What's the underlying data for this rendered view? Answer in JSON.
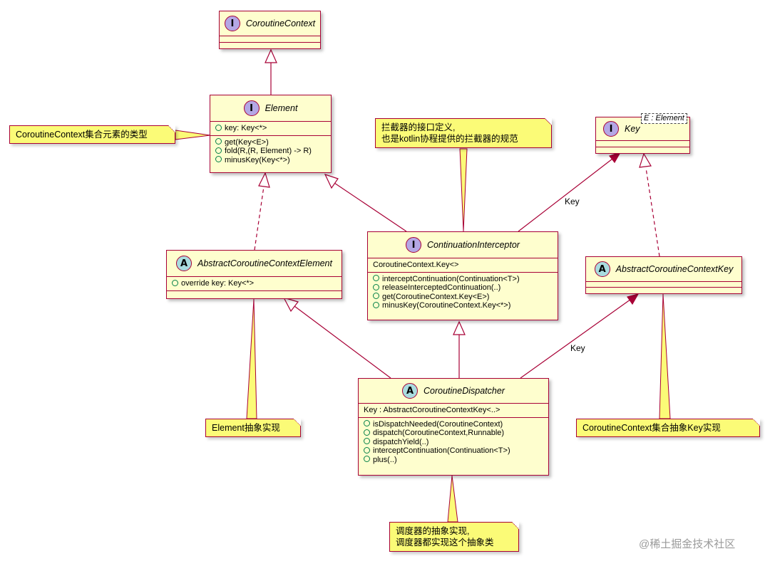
{
  "classes": {
    "coroutine_context": {
      "stereotype": "I",
      "name": "CoroutineContext"
    },
    "element": {
      "stereotype": "I",
      "name": "Element",
      "fields": [
        "key: Key<*>"
      ],
      "methods": [
        "get(Key<E>)",
        "fold(R,(R, Element) -> R)",
        "minusKey(Key<*>)"
      ]
    },
    "key": {
      "stereotype": "I",
      "name": "Key",
      "type_param": "E : Element"
    },
    "continuation_interceptor": {
      "stereotype": "I",
      "name": "ContinuationInterceptor",
      "fields": [
        "CoroutineContext.Key<>"
      ],
      "methods": [
        "interceptContinuation(Continuation<T>)",
        "releaseInterceptedContinuation(..)",
        "get(CoroutineContext.Key<E>)",
        "minusKey(CoroutineContext.Key<*>)"
      ]
    },
    "abstract_coroutine_context_element": {
      "stereotype": "A",
      "name": "AbstractCoroutineContextElement",
      "fields": [
        "override  key: Key<*>"
      ]
    },
    "abstract_coroutine_context_key": {
      "stereotype": "A",
      "name": "AbstractCoroutineContextKey"
    },
    "coroutine_dispatcher": {
      "stereotype": "A",
      "name": "CoroutineDispatcher",
      "fields": [
        "Key : AbstractCoroutineContextKey<..>"
      ],
      "methods": [
        "isDispatchNeeded(CoroutineContext)",
        "dispatch(CoroutineContext,Runnable)",
        "dispatchYield(..)",
        "interceptContinuation(Continuation<T>)",
        "plus(..)"
      ]
    }
  },
  "notes": {
    "element_note": "CoroutineContext集合元素的类型",
    "interceptor_note_line1": "拦截器的接口定义,",
    "interceptor_note_line2": "也是kotlin协程提供的拦截器的规范",
    "abstract_element_note": "Element抽象实现",
    "abstract_key_note": "CoroutineContext集合抽象Key实现",
    "dispatcher_note_line1": "调度器的抽象实现,",
    "dispatcher_note_line2": "调度器都实现这个抽象类"
  },
  "edge_labels": {
    "interceptor_to_key": "Key",
    "dispatcher_to_abstract_key": "Key"
  },
  "watermark": "@稀土掘金技术社区",
  "colors": {
    "class_fill": "#fefece",
    "border": "#a80036",
    "note_fill": "#fbfb77",
    "interface_badge": "#b4a7e5",
    "abstract_badge": "#a9dcdf"
  }
}
